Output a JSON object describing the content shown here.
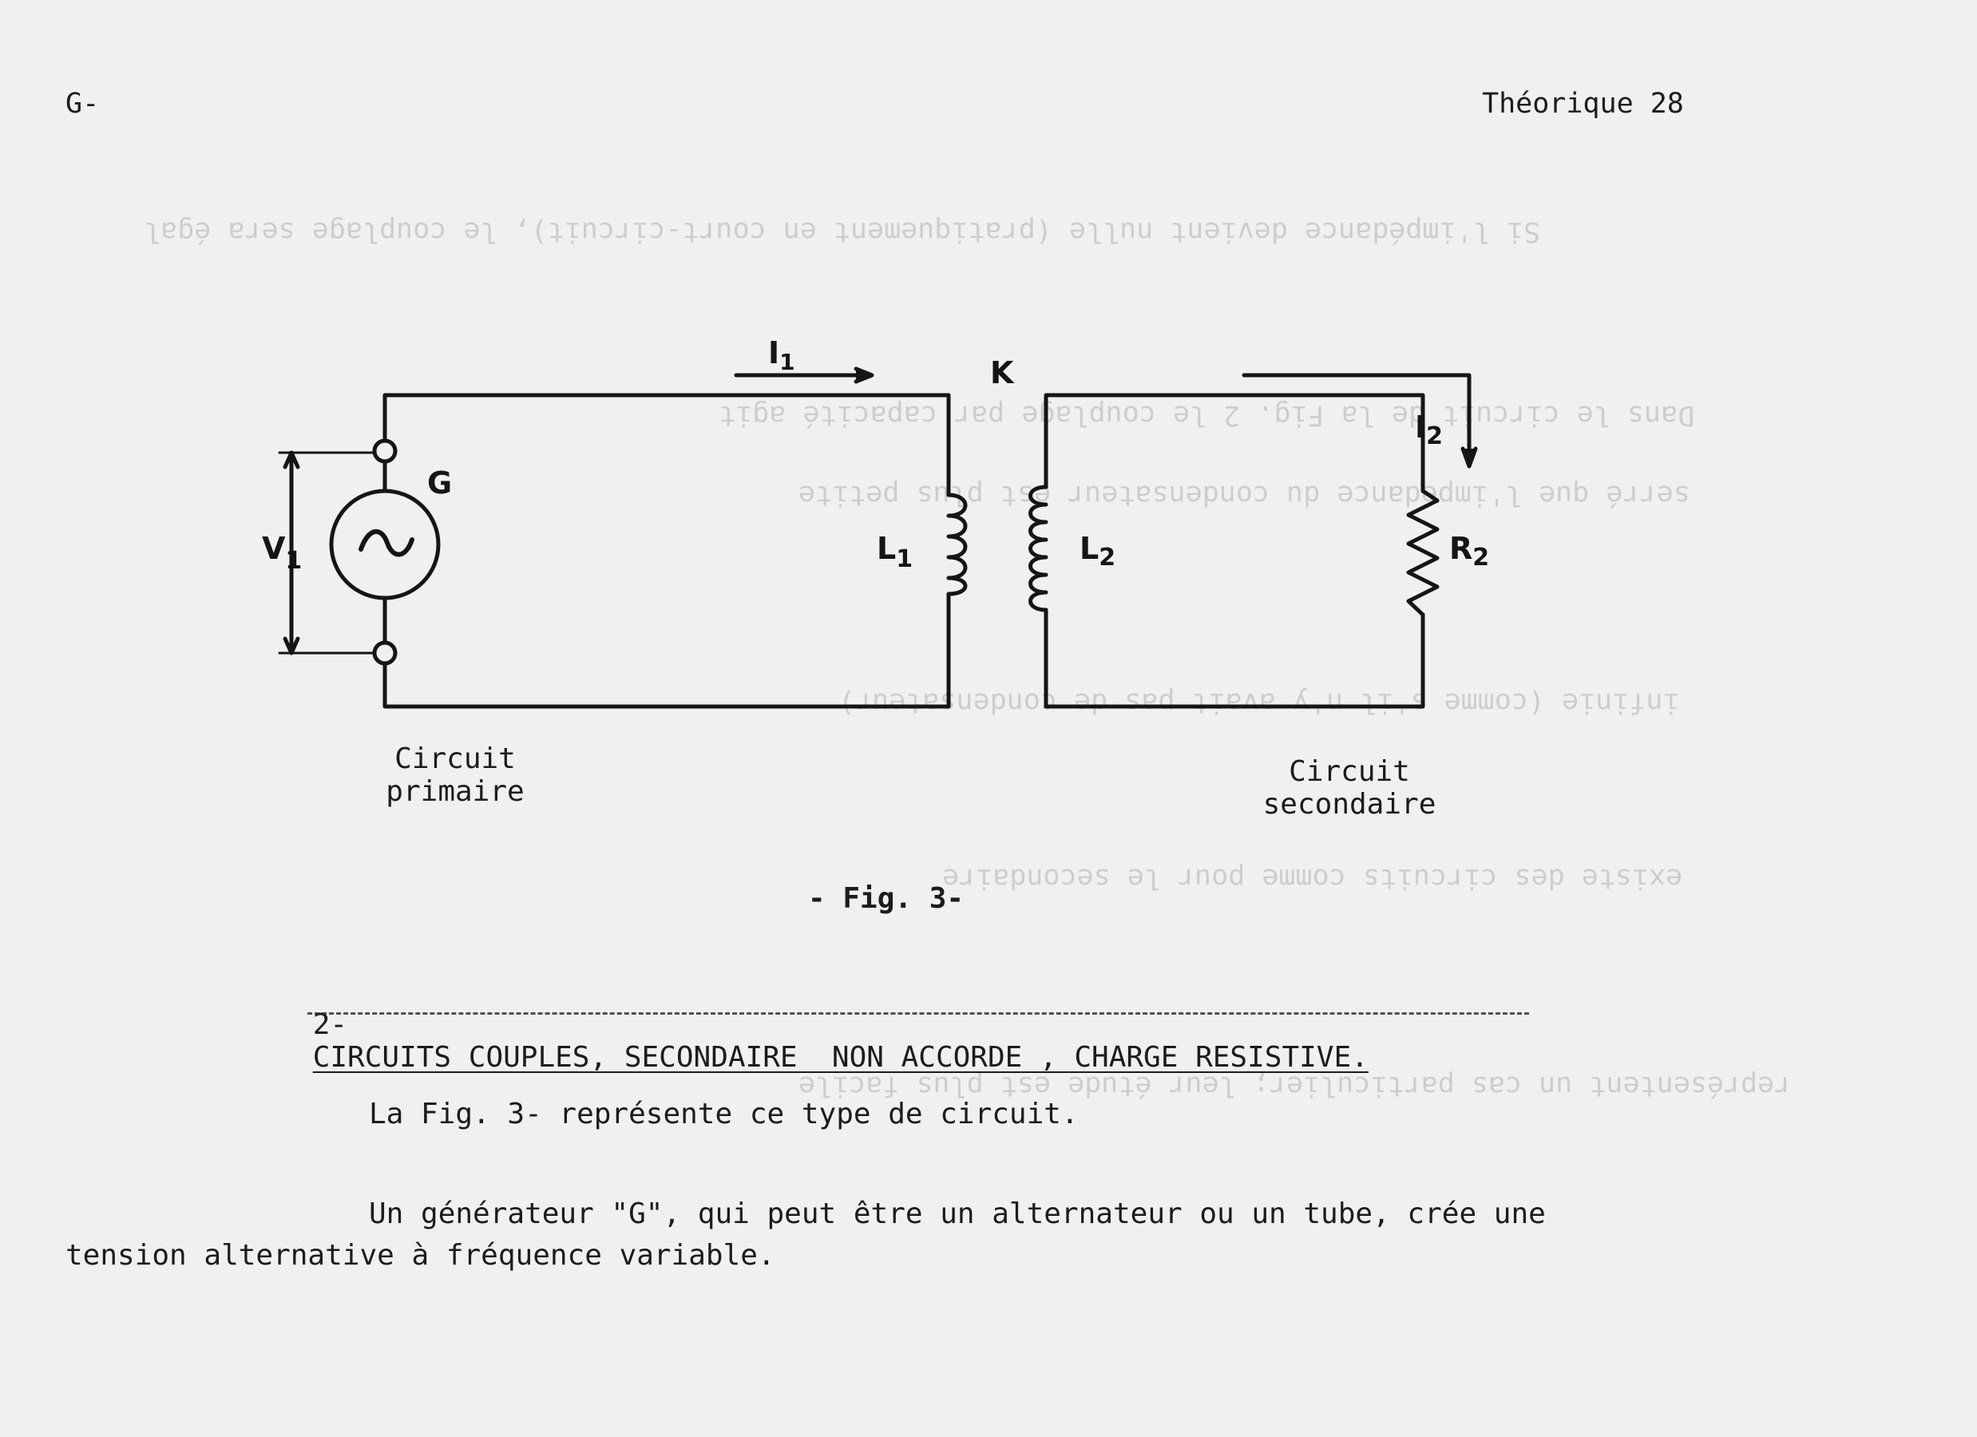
{
  "header": {
    "left": "G-",
    "right": "Théorique 28"
  },
  "figure": {
    "labels": {
      "i1": "I",
      "i1_sub": "1",
      "k": "K",
      "i2": "I",
      "i2_sub": "2",
      "g": "G",
      "v1": "V",
      "v1_sub": "1",
      "l1": "L",
      "l1_sub": "1",
      "l2": "L",
      "l2_sub": "2",
      "r2": "R",
      "r2_sub": "2"
    },
    "primary_caption_line1": "Circuit",
    "primary_caption_line2": "primaire",
    "secondary_caption_line1": "Circuit",
    "secondary_caption_line2": "secondaire",
    "caption": "- Fig. 3-"
  },
  "section": {
    "number": "2-",
    "title": "CIRCUITS COUPLES, SECONDAIRE  NON ACCORDE , CHARGE RESISTIVE."
  },
  "paragraphs": {
    "p1": "La Fig. 3- représente ce type de circuit.",
    "p2_line1": "Un générateur \"G\", qui peut être un alternateur ou un tube, crée une",
    "p2_line2": "tension alternative à fréquence variable."
  },
  "show_through": [
    "Si l'impédance devient nulle (pratiquement en court-circuit), le couplage sera égal",
    "Dans le circuit de la Fig. 2 le couplage par capacité agit",
    "serré que l'impédance du condensateur est plus petite",
    "infinie (comme s'il n'y avait pas de condensateur)",
    "existe des circuits comme pour le secondaire",
    "représentent un cas particulier; leur étude est plus facile"
  ]
}
